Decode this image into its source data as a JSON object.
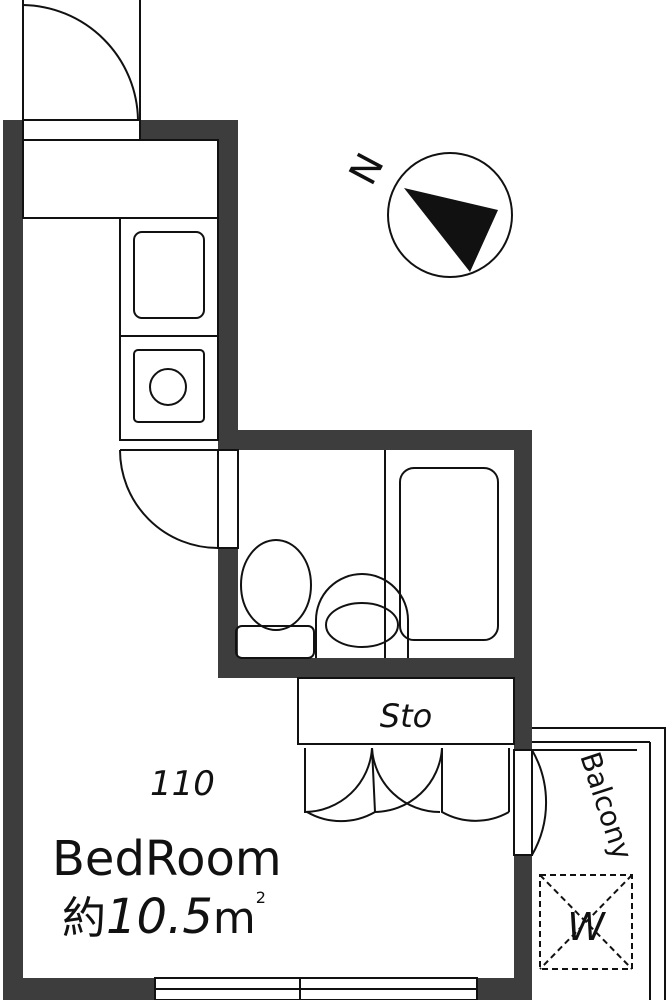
{
  "floor_plan": {
    "unit_number": "110",
    "room": {
      "name": "BedRoom",
      "area_prefix": "約",
      "area_value": "10.5",
      "area_unit": "m",
      "area_unit_superscript": "2"
    },
    "storage_label": "Sto",
    "balcony_label": "Balcony",
    "washer_label": "W",
    "compass_label": "N"
  },
  "colors": {
    "wall": "#3d3d3d",
    "line": "#111111",
    "background": "#ffffff"
  }
}
